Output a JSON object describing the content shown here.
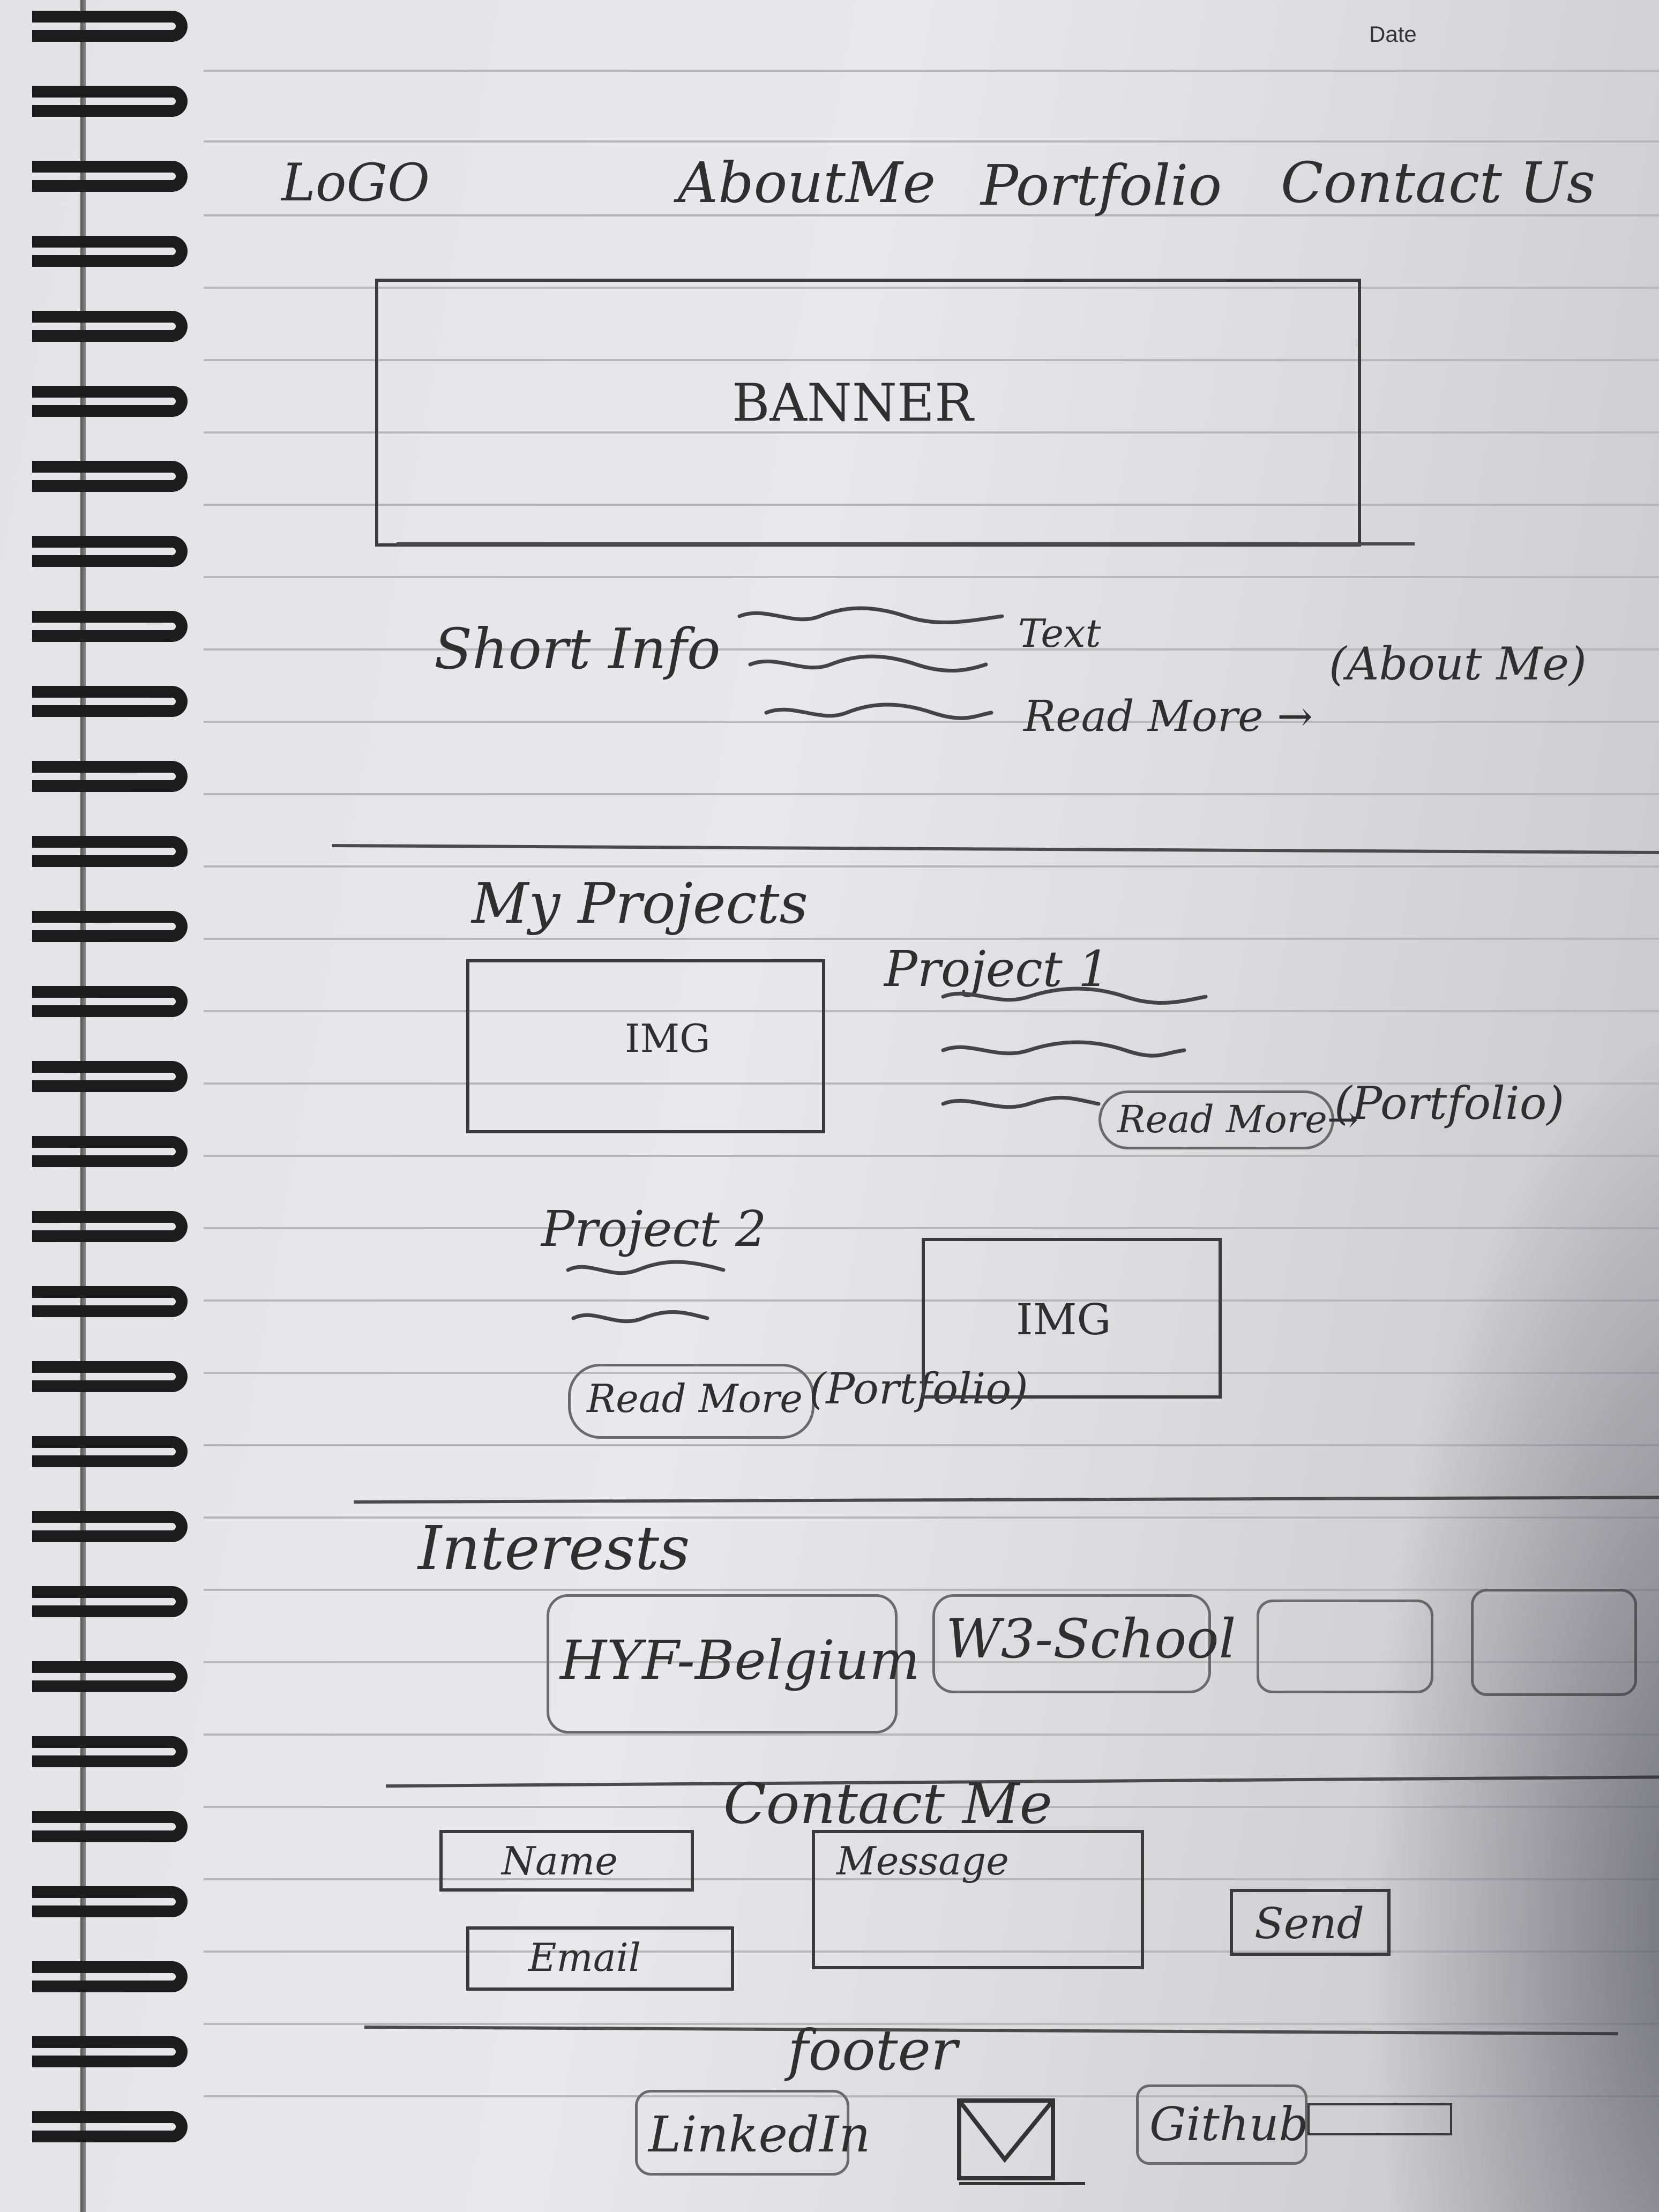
{
  "date_label": "Date",
  "header": {
    "logo": "LoGO",
    "nav": [
      "AboutMe",
      "Portfolio",
      "Contact Us"
    ]
  },
  "banner": {
    "label": "BANNER"
  },
  "short_info": {
    "title": "Short Info",
    "text_note": "Text",
    "read_more": "Read More →",
    "link_note": "(About Me)"
  },
  "projects": {
    "title": "My Projects",
    "items": [
      {
        "title": "Project 1",
        "img": "IMG",
        "read_more": "Read More→",
        "link_note": "(Portfolio)"
      },
      {
        "title": "Project 2",
        "img": "IMG",
        "read_more": "Read More",
        "link_note": "(Portfolio)"
      }
    ]
  },
  "interests": {
    "title": "Interests",
    "items": [
      "HYF-Belgium",
      "W3-School",
      "",
      ""
    ]
  },
  "contact": {
    "title": "Contact Me",
    "name_placeholder": "Name",
    "email_placeholder": "Email",
    "message_placeholder": "Message",
    "send": "Send"
  },
  "footer": {
    "title": "footer",
    "linkedin": "LinkedIn",
    "github": "Github",
    "email_icon": "envelope-icon"
  }
}
